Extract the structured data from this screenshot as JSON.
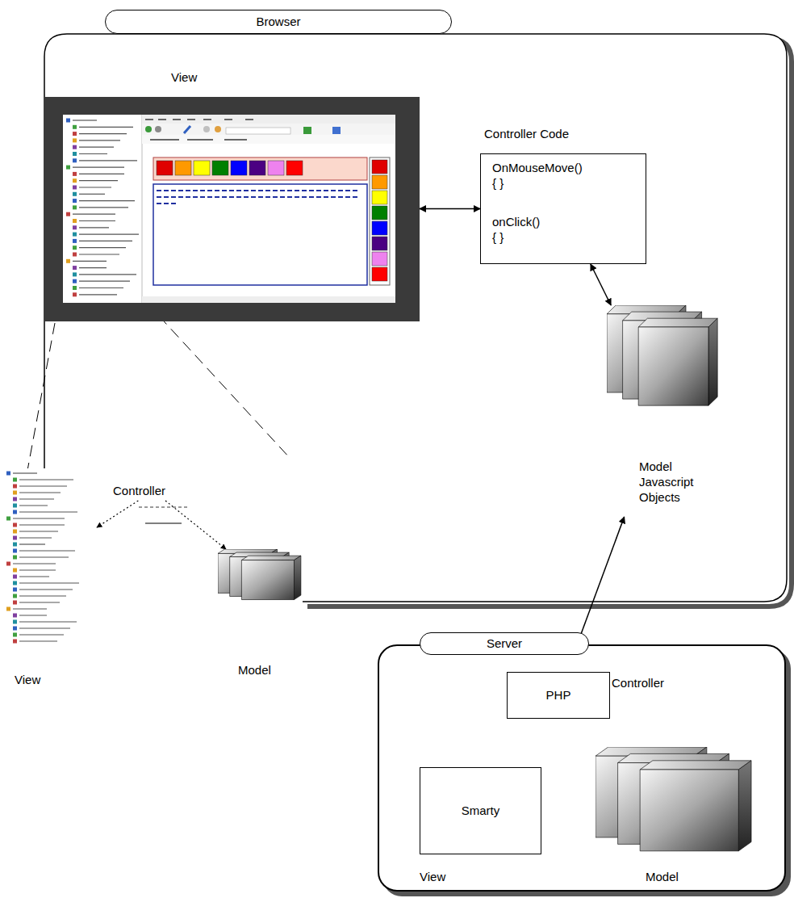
{
  "diagram": {
    "nodes": [
      {
        "text": [
          "Browser"
        ]
      },
      {
        "text": [
          "View"
        ],
        "in": 0
      },
      {
        "text": [
          "Controller Code",
          "OnMouseMove(){ }",
          "onClick(){ }"
        ],
        "in": 0
      },
      {
        "text": [
          "Model Javascript Objects"
        ],
        "in": 0
      },
      {
        "text": [
          "Server"
        ]
      },
      {
        "text": [
          "PHP",
          "Controller"
        ],
        "in": 4
      },
      {
        "text": [
          "Smarty",
          "View"
        ],
        "in": 4
      },
      {
        "text": [
          "Model"
        ],
        "in": 4
      },
      {
        "text": [
          "Controller"
        ]
      },
      {
        "text": [
          "View"
        ]
      },
      {
        "text": [
          "Model"
        ]
      }
    ],
    "edges": [
      {
        "from": 1,
        "to": 2,
        "arrow": "both"
      },
      {
        "from": 2,
        "to": 3,
        "arrow": "both"
      },
      {
        "from": 3,
        "to": 5,
        "arrow": "both"
      },
      {
        "from": 5,
        "to": 6,
        "arrow": "both"
      },
      {
        "from": 5,
        "to": 7,
        "arrow": "both"
      },
      {
        "from": 8,
        "to": 9,
        "arrow": "to"
      },
      {
        "from": 8,
        "to": 10,
        "arrow": "to"
      }
    ]
  }
}
